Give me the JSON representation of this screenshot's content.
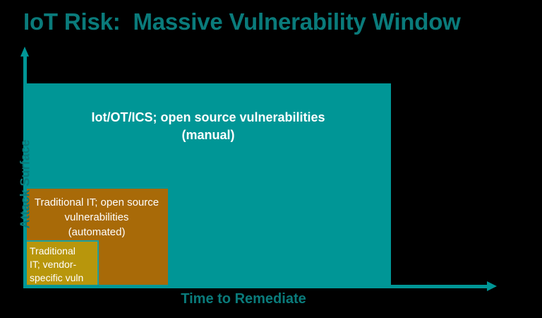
{
  "slide": {
    "title": "IoT Risk:  Massive Vulnerability Window",
    "background_color": "#000000",
    "accent_color": "#009696",
    "title_color": "#0a7b7b"
  },
  "chart_data": {
    "type": "bar",
    "title": "IoT Risk:  Massive Vulnerability Window",
    "xlabel": "Time to Remediate",
    "ylabel": "Attack Surface",
    "grid": false,
    "legend": "none",
    "axis_style": "arrow",
    "note": "Nested rectangles anchored at the origin; each block's width = time to remediate, height = attack surface.",
    "categories": [
      "Traditional IT; vendor-specific vuln",
      "Traditional IT; open source vulnerabilities (automated)",
      "Iot/OT/ICS; open source vulnerabilities (manual)"
    ],
    "series": [
      {
        "name": "Time to Remediate",
        "values": [
          0.15,
          0.31,
          0.8
        ]
      },
      {
        "name": "Attack Surface",
        "values": [
          0.19,
          0.41,
          0.86
        ]
      }
    ],
    "blocks": [
      {
        "name": "traditional-vendor",
        "label": "Traditional\nIT; vendor-\nspecific vuln",
        "color": "#b8960c",
        "border_color": "#1aa0a0",
        "text_color": "#ffffff",
        "time_to_remediate": 0.15,
        "attack_surface": 0.19
      },
      {
        "name": "traditional-open-source",
        "label": "Traditional IT; open source\nvulnerabilities\n(automated)",
        "color": "#a86a08",
        "text_color": "#ffffff",
        "time_to_remediate": 0.31,
        "attack_surface": 0.41
      },
      {
        "name": "iot-ot-ics",
        "label": "Iot/OT/ICS; open source vulnerabilities\n(manual)",
        "color": "#009696",
        "text_color": "#ffffff",
        "time_to_remediate": 0.8,
        "attack_surface": 0.86
      }
    ]
  },
  "axes": {
    "y": {
      "label": "Attack Surface",
      "color": "#0a7b7b"
    },
    "x": {
      "label": "Time to Remediate",
      "color": "#0a7b7b"
    }
  }
}
